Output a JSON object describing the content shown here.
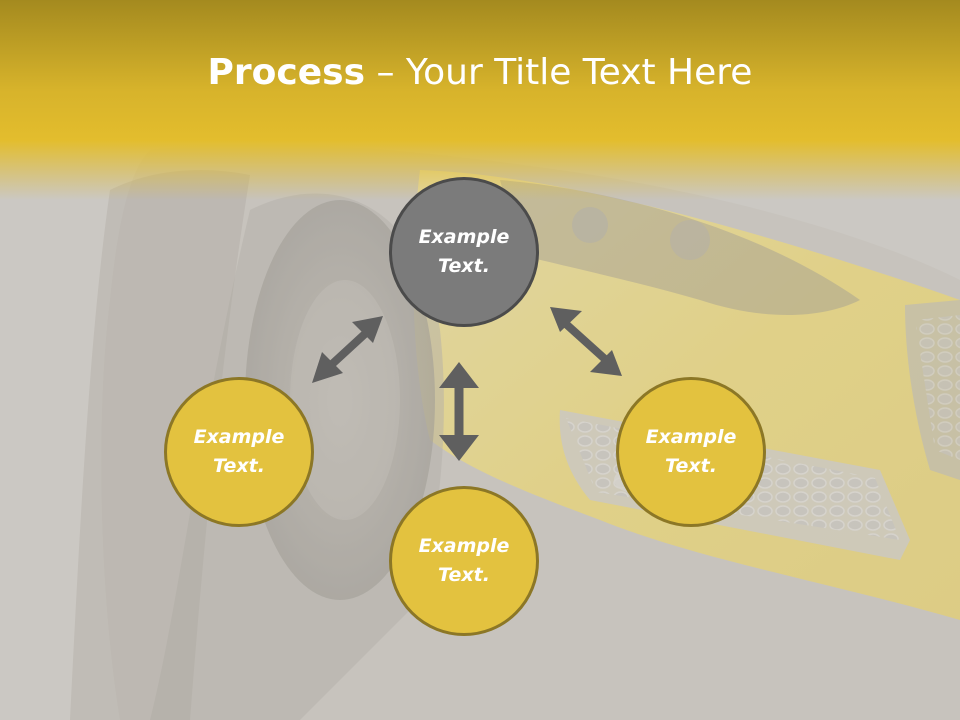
{
  "title": {
    "bold": "Process",
    "rest": " – Your Title Text Here"
  },
  "nodes": {
    "top": "Example Text.",
    "left": "Example Text.",
    "right": "Example Text.",
    "bottom": "Example Text."
  },
  "colors": {
    "banner": "#e3bd2d",
    "background": "#c9c6c0",
    "node_gray": "#7b7b7b",
    "node_gold": "#e3c23f",
    "arrow": "#5f5f5f"
  }
}
